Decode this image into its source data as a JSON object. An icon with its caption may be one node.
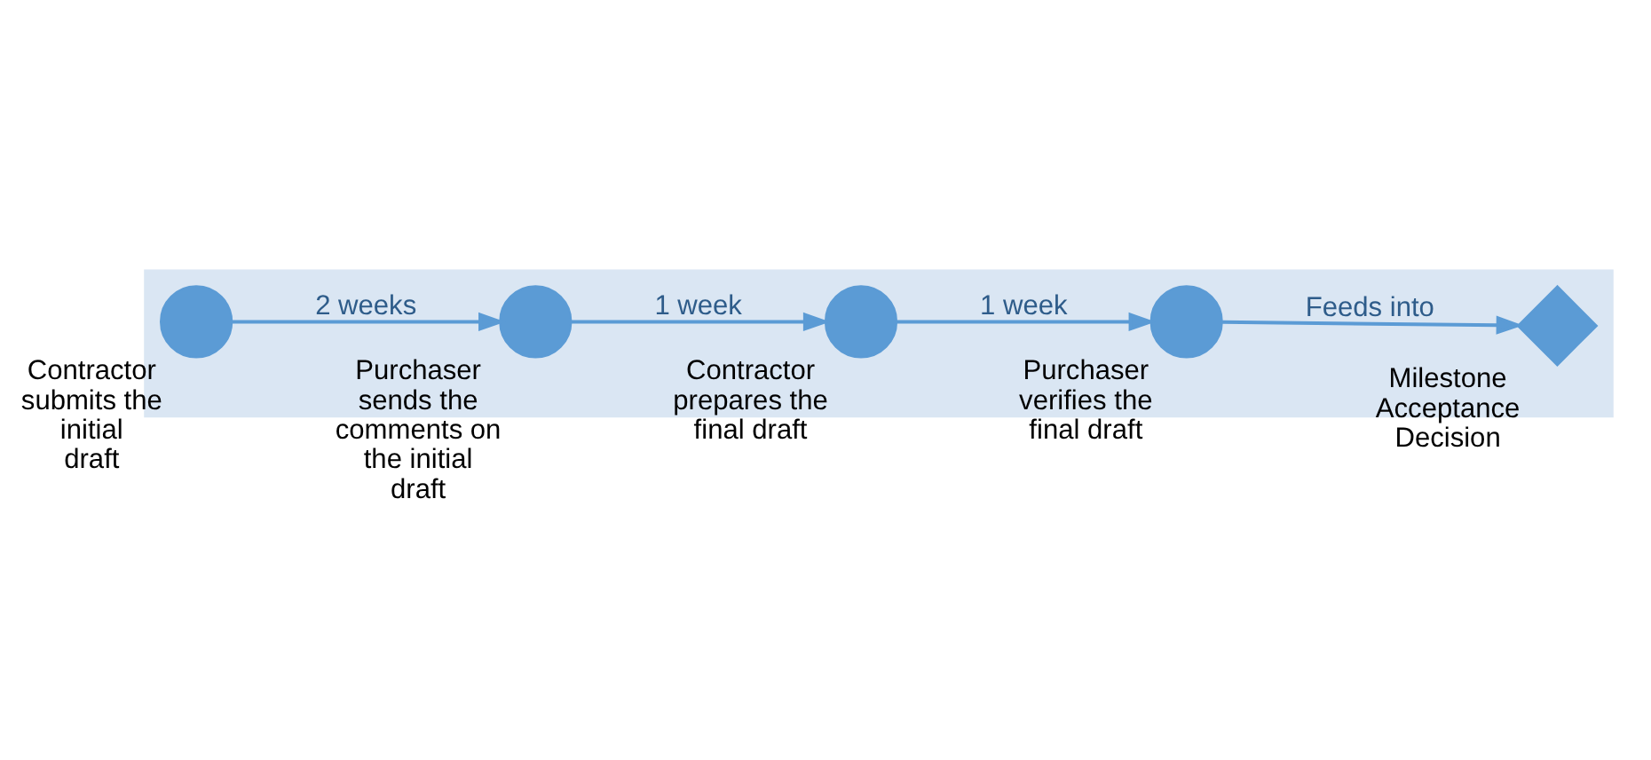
{
  "diagram": {
    "nodes": [
      {
        "text": [],
        "shape": "arrow"
      },
      {
        "text": [],
        "shape": "circle",
        "in": 0,
        "beside": [
          "Contractor submits the initial draft"
        ]
      },
      {
        "text": [],
        "shape": "circle",
        "in": 0,
        "beside": [
          "Purchaser sends the comments on the initial draft"
        ]
      },
      {
        "text": [],
        "shape": "circle",
        "in": 0,
        "beside": [
          "Contractor prepares the final draft"
        ]
      },
      {
        "text": [],
        "shape": "circle",
        "in": 0,
        "beside": [
          "Purchaser verifies the final draft"
        ]
      },
      {
        "text": [],
        "shape": "diamond",
        "in": 0,
        "beside": [
          "Milestone Acceptance Decision"
        ]
      }
    ],
    "edges": [
      {
        "from": 1,
        "to": 2,
        "arrow": "to",
        "label": "2 weeks"
      },
      {
        "from": 2,
        "to": 3,
        "arrow": "to",
        "label": "1 week"
      },
      {
        "from": 3,
        "to": 4,
        "arrow": "to",
        "label": "1 week"
      },
      {
        "from": 4,
        "to": 5,
        "arrow": "to",
        "label": "Feeds into"
      }
    ]
  }
}
